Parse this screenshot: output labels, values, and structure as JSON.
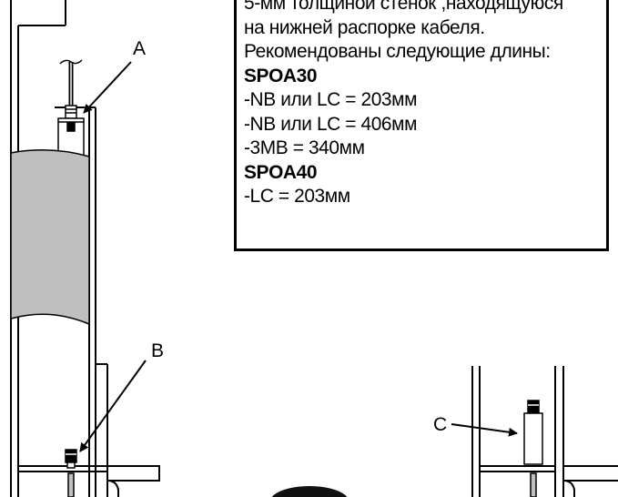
{
  "callouts": {
    "a": "A",
    "b": "B",
    "c": "C"
  },
  "note": {
    "lines": [
      "5-мм толщиной стенок ,находящуюся",
      "на нижней распорке кабеля.",
      "Рекомендованы следующие длины:"
    ],
    "sections": [
      {
        "heading": "SPOA30",
        "items": [
          "-NB или LC = 203мм",
          "-NB или LC = 406мм",
          "-3MB = 340мм"
        ]
      },
      {
        "heading": "SPOA40",
        "items": [
          "-LC = 203мм"
        ]
      }
    ]
  },
  "colors": {
    "line": "#000000",
    "fill_gray": "#bfbfbf",
    "background": "#ffffff"
  }
}
